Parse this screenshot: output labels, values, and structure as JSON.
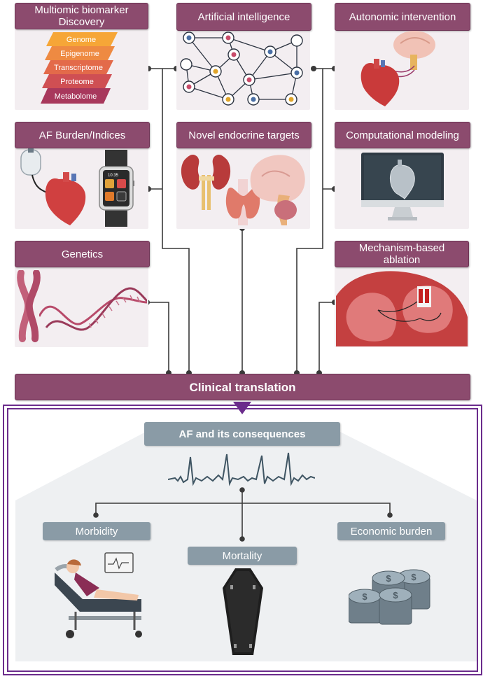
{
  "top": {
    "multiomic": {
      "title": "Multiomic biomarker Discovery",
      "layers": [
        "Genome",
        "Epigenome",
        "Transcriptome",
        "Proteome",
        "Metabolome"
      ]
    },
    "ai": {
      "title": "Artificial intelligence"
    },
    "autonomic": {
      "title": "Autonomic intervention"
    },
    "af_burden": {
      "title": "AF Burden/Indices",
      "watch_time": "10:35"
    },
    "endocrine": {
      "title": "Novel endocrine targets"
    },
    "computational": {
      "title": "Computational modeling"
    },
    "genetics": {
      "title": "Genetics"
    },
    "ablation": {
      "title": "Mechanism-based ablation"
    }
  },
  "translation": {
    "label": "Clinical translation"
  },
  "bottom": {
    "main_label": "AF and its consequences",
    "morbidity": "Morbidity",
    "mortality": "Mortality",
    "economic": "Economic burden"
  },
  "colors": {
    "accent": "#8c4b6e",
    "frame": "#6b2c8c",
    "grey_header": "#8a9ba6",
    "ecg": "#3f5563"
  },
  "icons": [
    "omics-layers-icon",
    "network-icon",
    "heart-brain-icon",
    "pacemaker-icon",
    "smartwatch-icon",
    "kidney-icon",
    "thyroid-icon",
    "brain-icon",
    "monitor-heart-icon",
    "chromosome-icon",
    "dna-icon",
    "ablation-heart-icon",
    "ecg-icon",
    "hospital-bed-icon",
    "coffin-icon",
    "coins-icon"
  ]
}
